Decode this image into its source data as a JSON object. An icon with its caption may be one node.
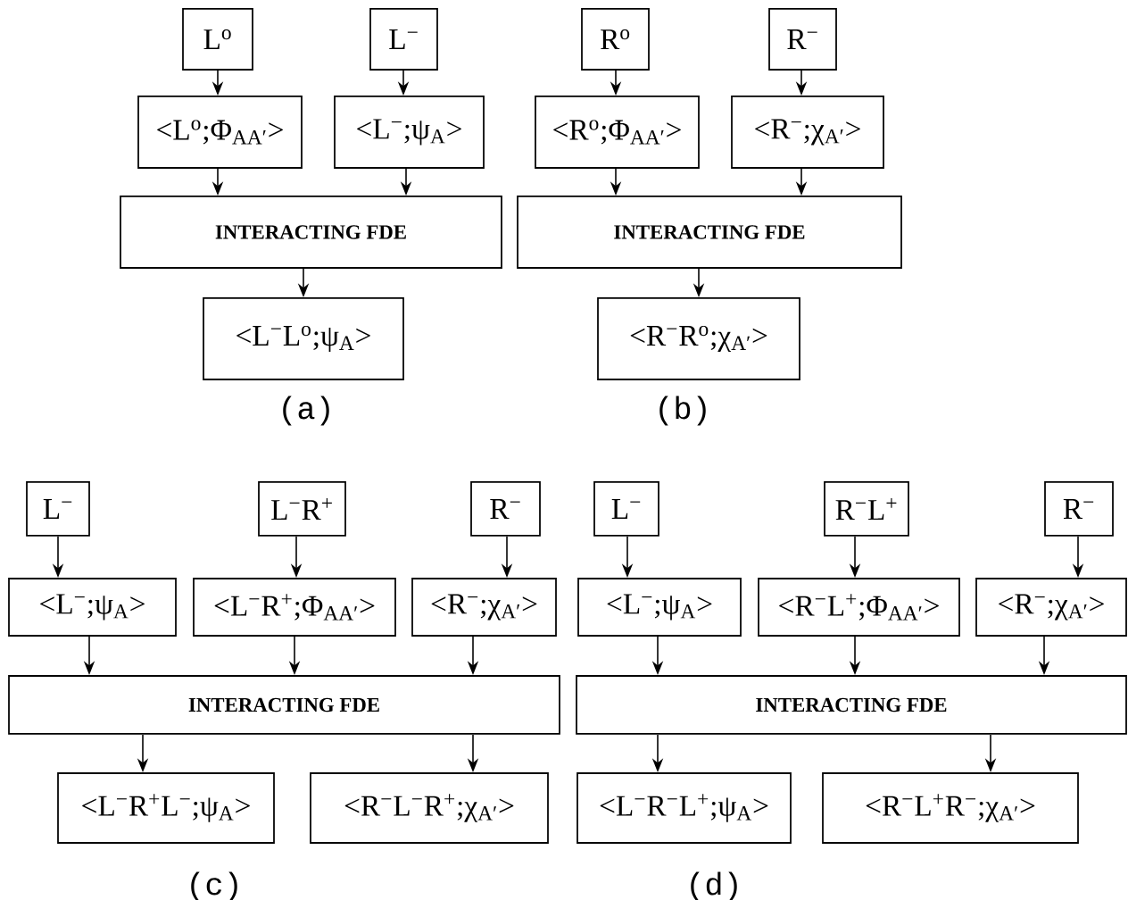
{
  "diagram": {
    "nodes": [
      {
        "text": [
          "L$^{o}$"
        ]
      },
      {
        "text": [
          "L$^{−}$"
        ]
      },
      {
        "text": [
          "<L$^{o}$;Φ$_{AA′}$>"
        ]
      },
      {
        "text": [
          "<L$^{−}$;ψ$_{A}$>"
        ]
      },
      {
        "text": [
          "INTERACTING FDE"
        ]
      },
      {
        "text": [
          "<L$^{−}$L$^{o}$;ψ$_{A}$>"
        ]
      },
      {
        "text": [
          "R$^{o}$"
        ]
      },
      {
        "text": [
          "R$^{−}$"
        ]
      },
      {
        "text": [
          "<R$^{o}$;Φ$_{AA′}$>"
        ]
      },
      {
        "text": [
          "<R$^{−}$;χ$_{A′}$>"
        ]
      },
      {
        "text": [
          "INTERACTING FDE"
        ]
      },
      {
        "text": [
          "<R$^{−}$R$^{o}$;χ$_{A′}$>"
        ]
      },
      {
        "text": [
          "L$^{−}$"
        ]
      },
      {
        "text": [
          "L$^{−}$R$^{+}$"
        ]
      },
      {
        "text": [
          "R$^{−}$"
        ]
      },
      {
        "text": [
          "<L$^{−}$;ψ$_{A}$>"
        ]
      },
      {
        "text": [
          "<L$^{−}$R$^{+}$;Φ$_{AA′}$>"
        ]
      },
      {
        "text": [
          "<R$^{−}$;χ$_{A′}$>"
        ]
      },
      {
        "text": [
          "INTERACTING FDE"
        ]
      },
      {
        "text": [
          "<L$^{−}$R$^{+}$L$^{−}$;ψ$_{A}$>"
        ]
      },
      {
        "text": [
          "<R$^{−}$L$^{−}$R$^{+}$;χ$_{A′}$>"
        ]
      },
      {
        "text": [
          "L$^{−}$"
        ]
      },
      {
        "text": [
          "R$^{−}$L$^{+}$"
        ]
      },
      {
        "text": [
          "R$^{−}$"
        ]
      },
      {
        "text": [
          "<L$^{−}$;ψ$_{A}$>"
        ]
      },
      {
        "text": [
          "<R$^{−}$L$^{+}$;Φ$_{AA′}$>"
        ]
      },
      {
        "text": [
          "<R$^{−}$;χ$_{A′}$>"
        ]
      },
      {
        "text": [
          "INTERACTING FDE"
        ]
      },
      {
        "text": [
          "<L$^{−}$R$^{−}$L$^{+}$;ψ$_{A}$>"
        ]
      },
      {
        "text": [
          "<R$^{−}$L$^{+}$R$^{−}$;χ$_{A′}$>"
        ]
      }
    ],
    "edges": [
      {
        "from": 0,
        "to": 2,
        "arrow": "to"
      },
      {
        "from": 1,
        "to": 3,
        "arrow": "to"
      },
      {
        "from": 2,
        "to": 4,
        "arrow": "to"
      },
      {
        "from": 3,
        "to": 4,
        "arrow": "to"
      },
      {
        "from": 4,
        "to": 5,
        "arrow": "to"
      },
      {
        "from": 6,
        "to": 8,
        "arrow": "to"
      },
      {
        "from": 7,
        "to": 9,
        "arrow": "to"
      },
      {
        "from": 8,
        "to": 10,
        "arrow": "to"
      },
      {
        "from": 9,
        "to": 10,
        "arrow": "to"
      },
      {
        "from": 10,
        "to": 11,
        "arrow": "to"
      },
      {
        "from": 12,
        "to": 15,
        "arrow": "to"
      },
      {
        "from": 13,
        "to": 16,
        "arrow": "to"
      },
      {
        "from": 14,
        "to": 17,
        "arrow": "to"
      },
      {
        "from": 15,
        "to": 18,
        "arrow": "to"
      },
      {
        "from": 16,
        "to": 18,
        "arrow": "to"
      },
      {
        "from": 17,
        "to": 18,
        "arrow": "to"
      },
      {
        "from": 18,
        "to": 19,
        "arrow": "to"
      },
      {
        "from": 18,
        "to": 20,
        "arrow": "to"
      },
      {
        "from": 21,
        "to": 24,
        "arrow": "to"
      },
      {
        "from": 22,
        "to": 25,
        "arrow": "to"
      },
      {
        "from": 23,
        "to": 26,
        "arrow": "to"
      },
      {
        "from": 24,
        "to": 27,
        "arrow": "to"
      },
      {
        "from": 25,
        "to": 27,
        "arrow": "to"
      },
      {
        "from": 26,
        "to": 27,
        "arrow": "to"
      },
      {
        "from": 27,
        "to": 28,
        "arrow": "to"
      },
      {
        "from": 27,
        "to": 29,
        "arrow": "to"
      }
    ],
    "labels": [
      "(a)",
      "(b)",
      "(c)",
      "(d)"
    ]
  }
}
